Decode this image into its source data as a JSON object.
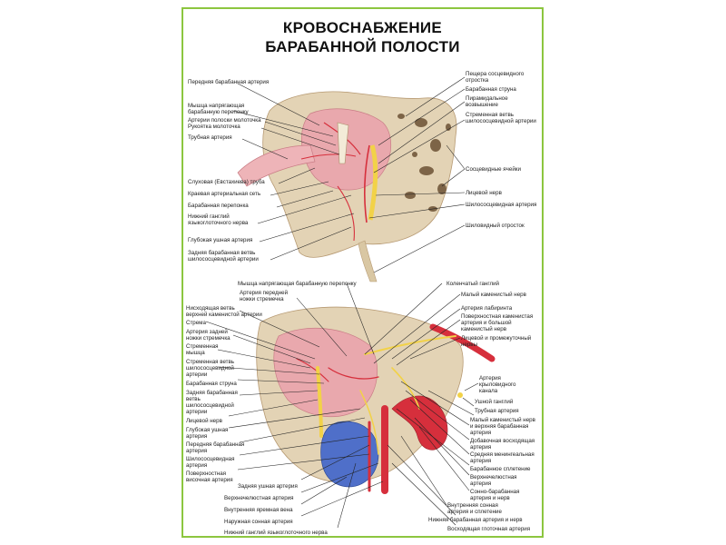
{
  "poster": {
    "title_line1": "КРОВОСНАБЖЕНИЕ",
    "title_line2": "БАРАБАННОЙ ПОЛОСТИ",
    "border_color": "#8cc63f"
  },
  "figure1": {
    "left_labels": [
      "Передняя барабанная артерия",
      "Мышца напрягающая",
      "барабанную перепонку",
      "Артерии полоски молоточка",
      "Рукоятка молоточка",
      "Трубная артерия",
      "Слуховая (Евстахиева) труба",
      "Краевая артериальная сеть",
      "Барабанная перепонка",
      "Нижний ганглий",
      "языкоглоточного нерва",
      "Глубокая ушная артерия",
      "Задняя барабанная ветвь",
      "шилососцевидной артерии"
    ],
    "right_labels": [
      "Пещера сосцевидного",
      "отростка",
      "Барабанная струна",
      "Пирамидальное",
      "возвышение",
      "Стременная ветвь",
      "шилососцевидной артерии",
      "Сосцевидные ячейки",
      "Лицевой нерв",
      "Шилососцевидная артерия",
      "Шиловидный отросток"
    ]
  },
  "figure2": {
    "top_labels": [
      "Мышца напрягающая барабанную перепонку",
      "Артерия передней",
      "ножки стремечка"
    ],
    "left_labels": [
      "Нисходящая ветвь",
      "верхней каменистой артерии",
      "Стрема",
      "Артерия задней",
      "ножки стремечка",
      "Стременная",
      "мышца",
      "Стременная ветвь",
      "шилососцевидной",
      "артерии",
      "Барабанная струна",
      "Задняя барабанная",
      "ветвь",
      "шилососцевидной",
      "артерии",
      "Лицевой нерв",
      "Глубокая ушная",
      "артерия",
      "Передняя барабанная",
      "артерия",
      "Шилососцевидная",
      "артерия",
      "Поверхностная",
      "височная артерия"
    ],
    "bottom_labels": [
      "Задняя ушная артерия",
      "Верхнечелюстная артерия",
      "Внутренняя яремная вена",
      "Наружная сонная артерия",
      "Нижний ганглий языкоглоточного нерва"
    ],
    "right_labels": [
      "Коленчатый ганглий",
      "Малый каменистый нерв",
      "Артерия лабиринта",
      "Поверхностная каменистая",
      "артерия и большой",
      "каменистый нерв",
      "Лицевой и промежуточный",
      "нервы",
      "Артерия",
      "крыловидного",
      "канала",
      "Ушной ганглий",
      "Трубная артерия",
      "Малый каменистый нерв",
      "и верхняя барабанная",
      "артерия",
      "Добавочная восходящая",
      "артерия",
      "Средняя менингеальная",
      "артерия",
      "Барабанное сплетение",
      "Верхнечелюстная",
      "артерия",
      "Сонно-барабанная",
      "артерия и нерв",
      "Внутренняя сонная",
      "артерия и сплетение",
      "Нижняя барабанная артерия и нерв",
      "Восходящая глоточная артерия"
    ]
  },
  "colors": {
    "bone": "#e3d3b5",
    "bone_dark": "#b79a73",
    "mucosa": "#e9a8ad",
    "artery": "#d62f3c",
    "nerve": "#f2d248",
    "vein": "#4f6fc9"
  }
}
